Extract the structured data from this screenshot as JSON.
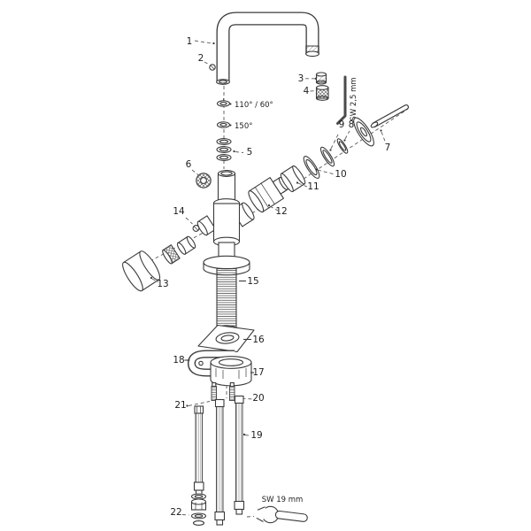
{
  "diagram": {
    "background": "#ffffff",
    "stroke_color": "#3a3a3a",
    "parts": {
      "1": "1",
      "2": "2",
      "3": "3",
      "4": "4",
      "5": "5",
      "6": "6",
      "7": "7",
      "8": "8",
      "9": "9",
      "10": "10",
      "11": "11",
      "12": "12",
      "13": "13",
      "14": "14",
      "15": "15",
      "16": "16",
      "17": "17",
      "18": "18",
      "19": "19",
      "20": "20",
      "21": "21",
      "22": "22"
    },
    "annotations": {
      "swivel_range": "110° / 60°",
      "swivel_range_alt": "150°",
      "allen_key_size": "SW 2,5 mm",
      "wrench_size": "SW 19 mm"
    }
  }
}
